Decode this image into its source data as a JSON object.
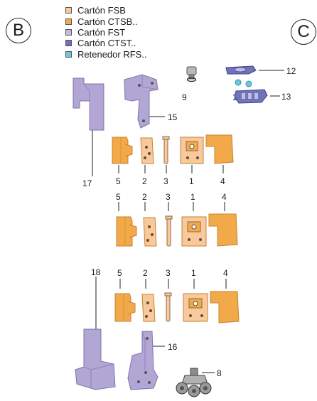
{
  "sections": {
    "left": "B",
    "right": "C"
  },
  "legend": [
    {
      "label": "Cartón FSB",
      "color": "#f7c99c"
    },
    {
      "label": "Cartón CTSB..",
      "color": "#f2a94a"
    },
    {
      "label": "Cartón FST",
      "color": "#c4bce0"
    },
    {
      "label": "Cartón CTST..",
      "color": "#6f73b8"
    },
    {
      "label": "Retenedor RFS..",
      "color": "#6cc7e0"
    }
  ],
  "callouts": {
    "n1": "1",
    "n2": "2",
    "n3": "3",
    "n4": "4",
    "n5": "5",
    "n8": "8",
    "n9": "9",
    "n12": "12",
    "n13": "13",
    "n14": "14",
    "n15": "15",
    "n16": "16",
    "n17": "17",
    "n18": "18"
  },
  "colors": {
    "orange": "#f2a94a",
    "orange_dark": "#c9822c",
    "lavender": "#b2a6d4",
    "lavender_dark": "#7f73a8",
    "blue": "#6f73b8",
    "cyan": "#6cc7e0",
    "gray": "#9a9a9a"
  }
}
